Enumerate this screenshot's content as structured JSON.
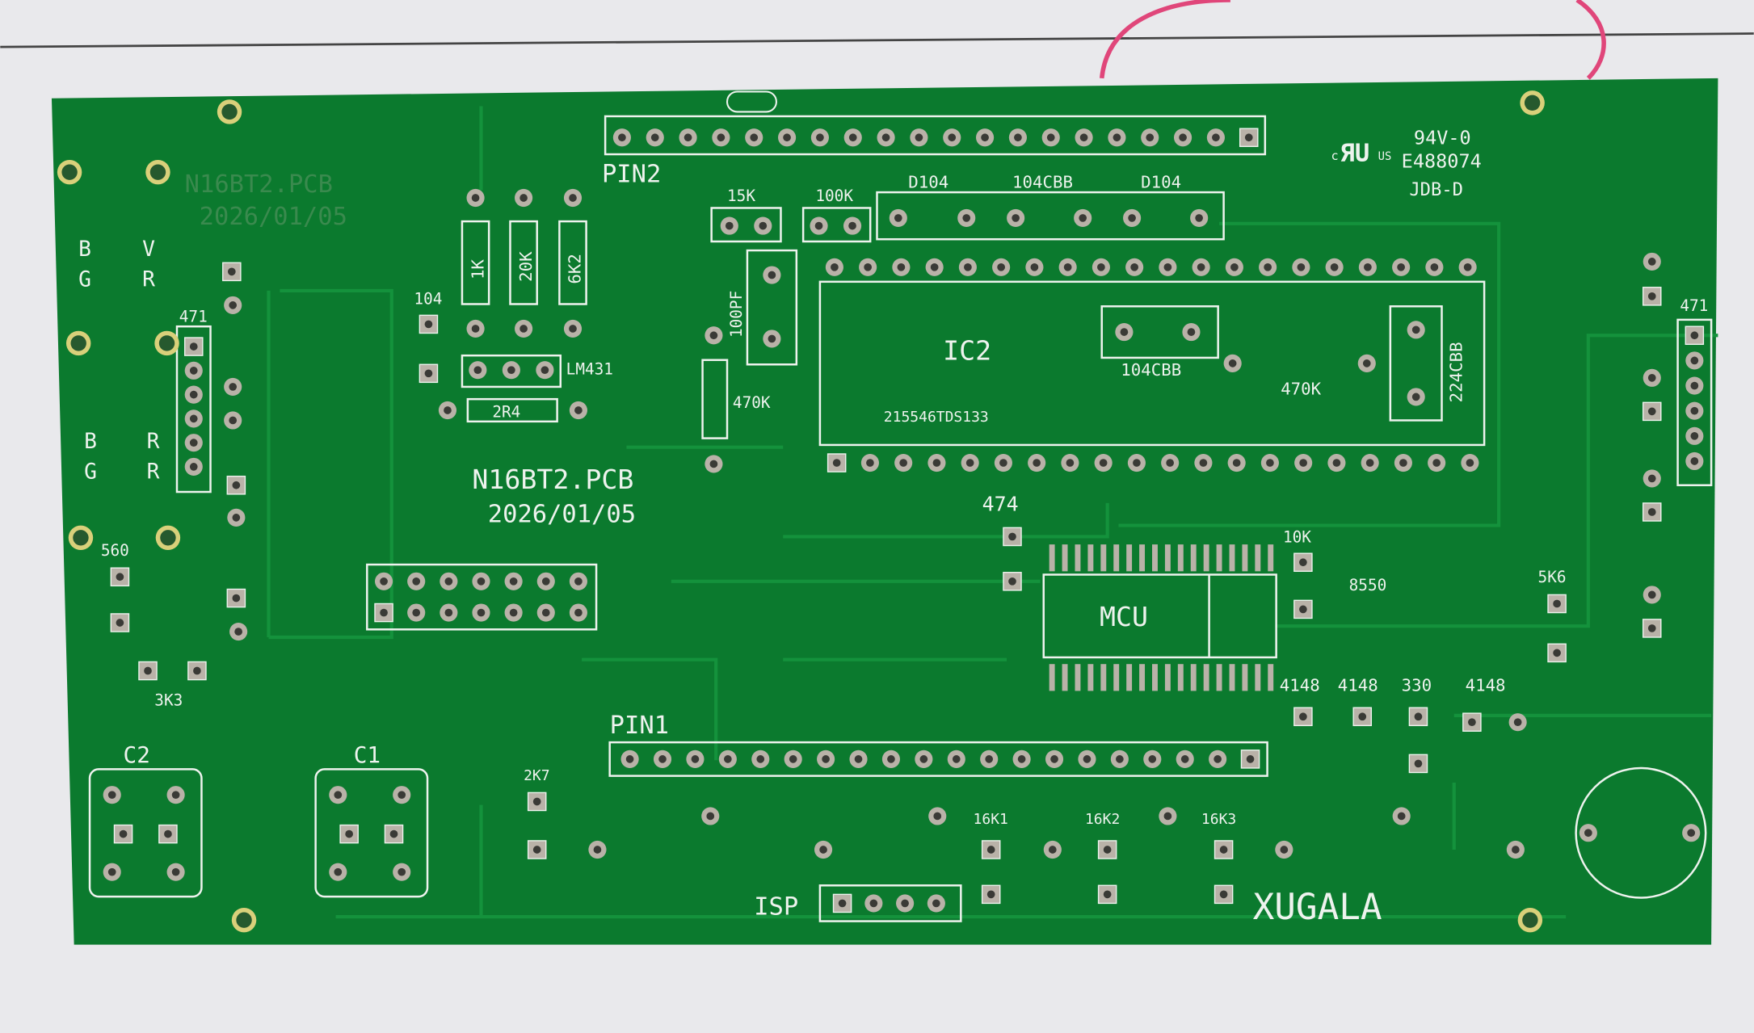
{
  "board": {
    "colors": {
      "soldermask": "#0b7a2e",
      "trace": "#14923c",
      "silkscreen": "#eef3ee",
      "pad": "#b9b2a8",
      "hole": "#d9d07a",
      "paper": "#e9e9ec",
      "stamp": "#e0467a"
    },
    "title_faint": "N16BT2.PCB",
    "date_faint": "2026/01/05",
    "title": "N16BT2.PCB",
    "date": "2026/01/05",
    "cert": {
      "ul_c": "c",
      "ul_us": "US",
      "flammability": "94V-0",
      "file_no": "E488074",
      "code": "JDB-D"
    },
    "brand": "XUGALA",
    "headers": {
      "pin2": "PIN2",
      "pin1": "PIN1",
      "isp": "ISP"
    },
    "ic2": {
      "ref": "IC2",
      "part": "215546TDS133"
    },
    "mcu": "MCU",
    "led_labels": {
      "b1": "B",
      "g1": "G",
      "v1": "V",
      "r1": "R",
      "b2": "B",
      "g2": "G",
      "v2": "R",
      "r2": "R"
    },
    "components": {
      "r471_left": "471",
      "c104": "104",
      "r1k": "1K",
      "r20k": "20K",
      "r6k2": "6K2",
      "lm431": "LM431",
      "r2r4": "2R4",
      "r15k": "15K",
      "r100k": "100K",
      "c100pf": "100PF",
      "r470k_a": "470K",
      "d104_a": "D104",
      "c104cbb_a": "104CBB",
      "d104_b": "D104",
      "c104cbb_b": "104CBB",
      "r470k_b": "470K",
      "c224cbb": "224CBB",
      "r471_right": "471",
      "c474": "474",
      "r10k": "10K",
      "q8550": "8550",
      "r5k6": "5K6",
      "r560": "560",
      "r3k3": "3K3",
      "c2": "C2",
      "c1": "C1",
      "r2k7": "2K7",
      "d4148_a": "4148",
      "d4148_b": "4148",
      "r330": "330",
      "d4148_c": "4148",
      "r16k1": "16K1",
      "r16k2": "16K2",
      "r16k3": "16K3"
    }
  }
}
